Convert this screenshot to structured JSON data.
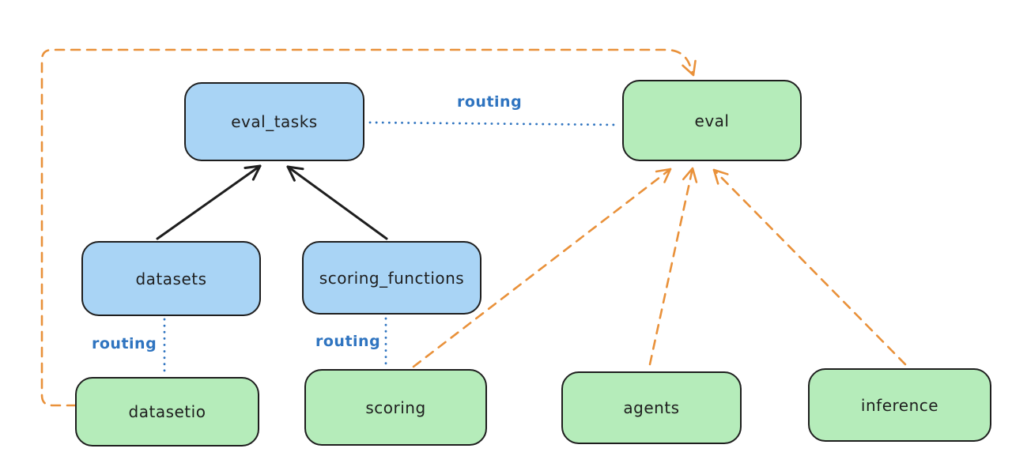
{
  "diagram": {
    "colors": {
      "background": "#ffffff",
      "api_node_fill": "#a9d4f5",
      "provider_node_fill": "#b5ecba",
      "node_border": "#1e1e1e",
      "routing_color": "#2f74c0",
      "provider_arrow_color": "#e9913a",
      "dependency_arrow_color": "#1e1e1e"
    },
    "nodes": {
      "eval_tasks": {
        "label": "eval_tasks",
        "color": "blue"
      },
      "eval": {
        "label": "eval",
        "color": "green"
      },
      "datasets": {
        "label": "datasets",
        "color": "blue"
      },
      "scoring_functions": {
        "label": "scoring_functions",
        "color": "blue"
      },
      "datasetio": {
        "label": "datasetio",
        "color": "green"
      },
      "scoring": {
        "label": "scoring",
        "color": "green"
      },
      "agents": {
        "label": "agents",
        "color": "green"
      },
      "inference": {
        "label": "inference",
        "color": "green"
      }
    },
    "edge_labels": {
      "eval_tasks_eval": "routing",
      "datasets_datasetio": "routing",
      "scoring_functions_scoring": "routing"
    },
    "edges": [
      {
        "from": "datasets",
        "to": "eval_tasks",
        "style": "solid-arrow"
      },
      {
        "from": "scoring_functions",
        "to": "eval_tasks",
        "style": "solid-arrow"
      },
      {
        "from": "eval_tasks",
        "to": "eval",
        "style": "dotted-line",
        "label": "routing"
      },
      {
        "from": "datasets",
        "to": "datasetio",
        "style": "dotted-line",
        "label": "routing"
      },
      {
        "from": "scoring_functions",
        "to": "scoring",
        "style": "dotted-line",
        "label": "routing"
      },
      {
        "from": "datasetio",
        "to": "eval",
        "style": "dashed-arrow"
      },
      {
        "from": "scoring",
        "to": "eval",
        "style": "dashed-arrow"
      },
      {
        "from": "agents",
        "to": "eval",
        "style": "dashed-arrow"
      },
      {
        "from": "inference",
        "to": "eval",
        "style": "dashed-arrow"
      }
    ]
  }
}
